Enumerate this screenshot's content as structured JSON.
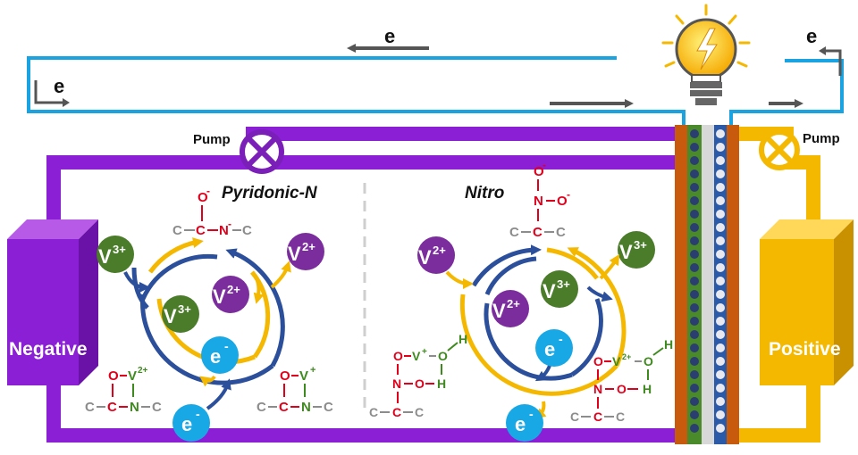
{
  "electron_symbol": "e",
  "electron_ion": "e",
  "pump_left": "Pump",
  "pump_right": "Pump",
  "tank_negative": "Negative",
  "tank_positive": "Positive",
  "section_left_title": "Pyridonic-N",
  "section_right_title": "Nitro",
  "ion_v3": "V",
  "ion_v2": "V",
  "charge_3": "3+",
  "charge_2": "2+",
  "minus": "-",
  "plus_small": "+",
  "atoms": {
    "C": "C",
    "N": "N",
    "O": "O",
    "H": "H",
    "V": "V"
  },
  "bond_dash": "–",
  "colors": {
    "purple": "#8a1fd6",
    "gold": "#f5b800",
    "wire": "#1aa3e0",
    "membrane_orange": "#c85a0e",
    "membrane_green": "#4a8a2a",
    "membrane_blue": "#2a5aa8",
    "v3_green": "#4a7c2a",
    "v2_purple": "#7b2d9e",
    "electron_cyan": "#19a8e6",
    "red_atom": "#e0001b",
    "green_atom": "#3f8a1f",
    "gray_atom": "#8c8c8c"
  }
}
